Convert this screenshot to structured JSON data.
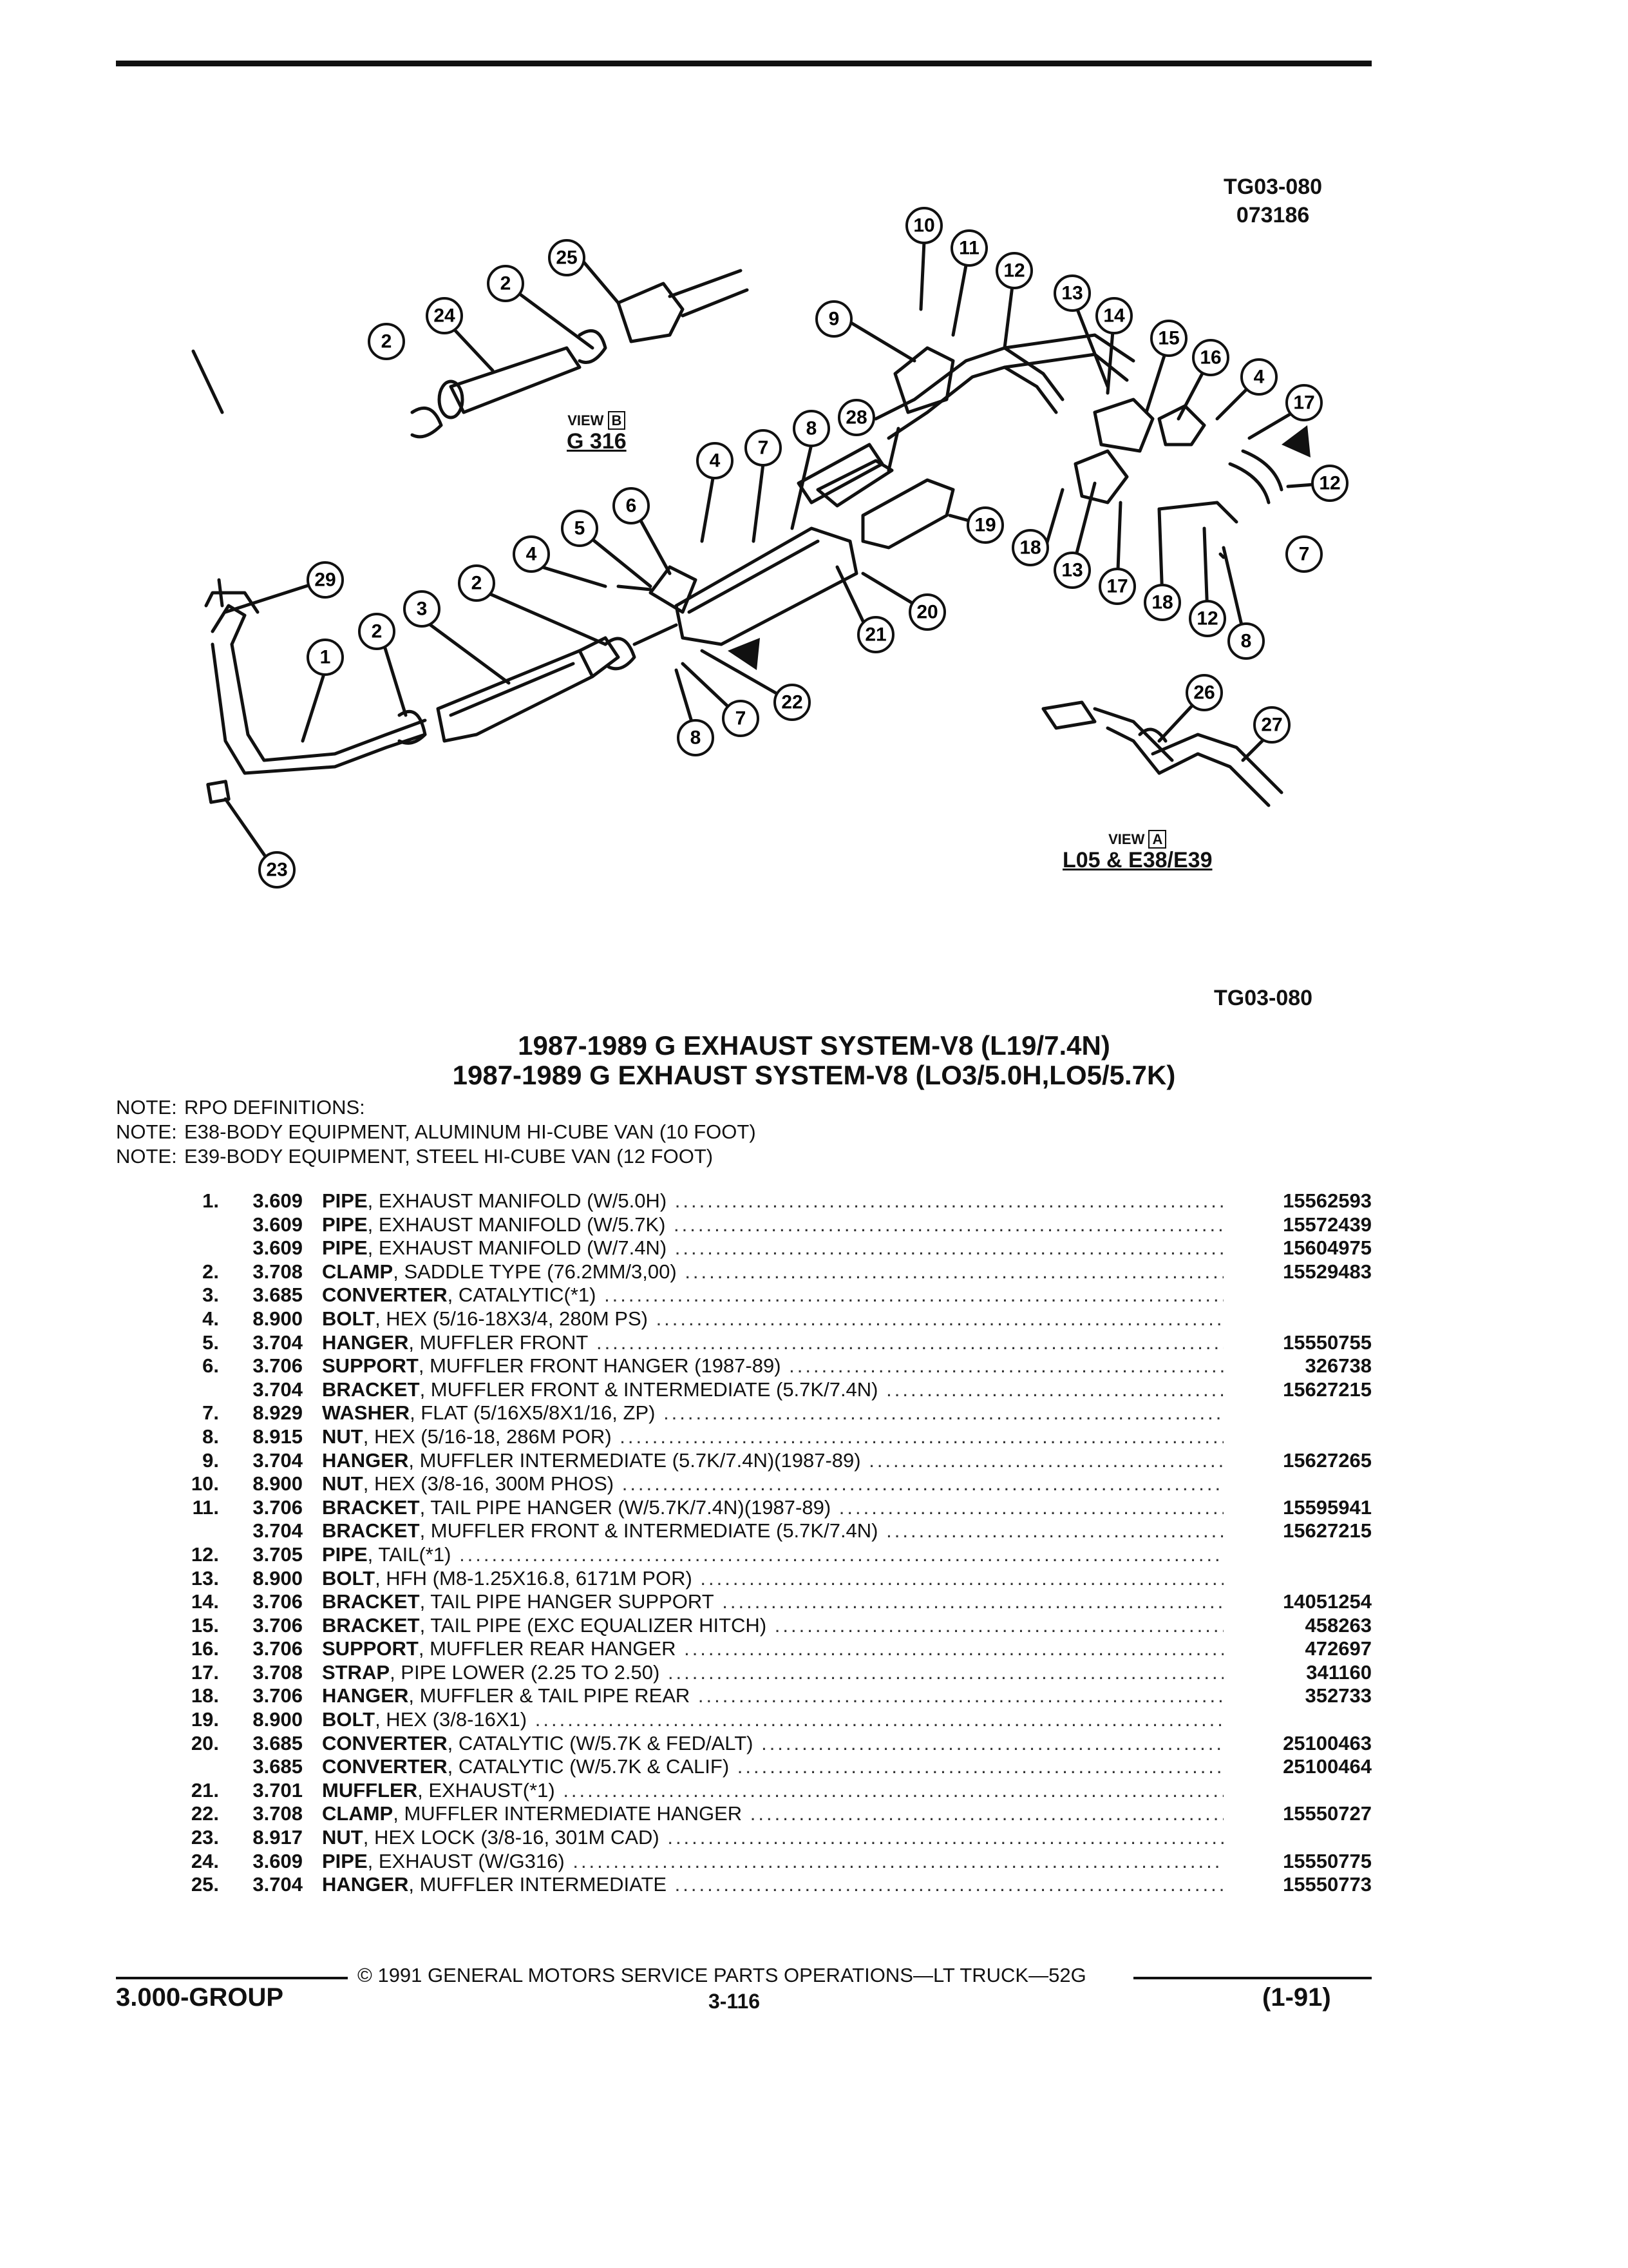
{
  "header": {
    "code_top": "TG03-080",
    "code_sub": "073186",
    "code_mid": "TG03-080"
  },
  "views": {
    "b_word": "VIEW",
    "b_letter": "B",
    "b_sub": "G 316",
    "a_word": "VIEW",
    "a_letter": "A",
    "a_sub": "L05 & E38/E39"
  },
  "callouts": [
    "10",
    "11",
    "12",
    "25",
    "2",
    "24",
    "2",
    "13",
    "14",
    "15",
    "16",
    "4",
    "17",
    "12",
    "9",
    "28",
    "8",
    "7",
    "4",
    "6",
    "5",
    "19",
    "18",
    "13",
    "17",
    "18",
    "12",
    "8",
    "7",
    "29",
    "2",
    "4",
    "3",
    "2",
    "21",
    "20",
    "22",
    "7",
    "8",
    "1",
    "23",
    "26",
    "27"
  ],
  "titles": {
    "line1": "1987-1989 G EXHAUST SYSTEM-V8 (L19/7.4N)",
    "line2": "1987-1989 G EXHAUST SYSTEM-V8 (LO3/5.0H,LO5/5.7K)"
  },
  "notes": [
    {
      "label": "NOTE:",
      "text": "RPO DEFINITIONS:"
    },
    {
      "label": "NOTE:",
      "text": "E38-BODY EQUIPMENT, ALUMINUM HI-CUBE VAN (10 FOOT)"
    },
    {
      "label": "NOTE:",
      "text": "E39-BODY EQUIPMENT, STEEL HI-CUBE VAN (12 FOOT)"
    }
  ],
  "parts": [
    {
      "num": "1.",
      "grp": "3.609",
      "name": "PIPE",
      "desc": ", EXHAUST MANIFOLD (W/5.0H)",
      "pn": "15562593"
    },
    {
      "num": "",
      "grp": "3.609",
      "name": "PIPE",
      "desc": ", EXHAUST MANIFOLD (W/5.7K)",
      "pn": "15572439"
    },
    {
      "num": "",
      "grp": "3.609",
      "name": "PIPE",
      "desc": ", EXHAUST MANIFOLD (W/7.4N)",
      "pn": "15604975"
    },
    {
      "num": "2.",
      "grp": "3.708",
      "name": "CLAMP",
      "desc": ", SADDLE TYPE (76.2MM/3,00)",
      "pn": "15529483"
    },
    {
      "num": "3.",
      "grp": "3.685",
      "name": "CONVERTER",
      "desc": ", CATALYTIC(*1)",
      "pn": ""
    },
    {
      "num": "4.",
      "grp": "8.900",
      "name": "BOLT",
      "desc": ", HEX (5/16-18X3/4, 280M PS)",
      "pn": ""
    },
    {
      "num": "5.",
      "grp": "3.704",
      "name": "HANGER",
      "desc": ", MUFFLER FRONT",
      "pn": "15550755"
    },
    {
      "num": "6.",
      "grp": "3.706",
      "name": "SUPPORT",
      "desc": ", MUFFLER FRONT HANGER (1987-89)",
      "pn": "326738"
    },
    {
      "num": "",
      "grp": "3.704",
      "name": "BRACKET",
      "desc": ", MUFFLER FRONT & INTERMEDIATE (5.7K/7.4N)",
      "pn": "15627215"
    },
    {
      "num": "7.",
      "grp": "8.929",
      "name": "WASHER",
      "desc": ", FLAT (5/16X5/8X1/16, ZP)",
      "pn": ""
    },
    {
      "num": "8.",
      "grp": "8.915",
      "name": "NUT",
      "desc": ", HEX (5/16-18, 286M POR)",
      "pn": ""
    },
    {
      "num": "9.",
      "grp": "3.704",
      "name": "HANGER",
      "desc": ", MUFFLER INTERMEDIATE (5.7K/7.4N)(1987-89)",
      "pn": "15627265"
    },
    {
      "num": "10.",
      "grp": "8.900",
      "name": "NUT",
      "desc": ", HEX (3/8-16, 300M PHOS)",
      "pn": ""
    },
    {
      "num": "11.",
      "grp": "3.706",
      "name": "BRACKET",
      "desc": ", TAIL PIPE HANGER (W/5.7K/7.4N)(1987-89)",
      "pn": "15595941"
    },
    {
      "num": "",
      "grp": "3.704",
      "name": "BRACKET",
      "desc": ", MUFFLER FRONT & INTERMEDIATE (5.7K/7.4N)",
      "pn": "15627215"
    },
    {
      "num": "12.",
      "grp": "3.705",
      "name": "PIPE",
      "desc": ", TAIL(*1)",
      "pn": ""
    },
    {
      "num": "13.",
      "grp": "8.900",
      "name": "BOLT",
      "desc": ", HFH (M8-1.25X16.8, 6171M POR)",
      "pn": ""
    },
    {
      "num": "14.",
      "grp": "3.706",
      "name": "BRACKET",
      "desc": ", TAIL PIPE HANGER SUPPORT",
      "pn": "14051254"
    },
    {
      "num": "15.",
      "grp": "3.706",
      "name": "BRACKET",
      "desc": ", TAIL PIPE (EXC EQUALIZER HITCH)",
      "pn": "458263"
    },
    {
      "num": "16.",
      "grp": "3.706",
      "name": "SUPPORT",
      "desc": ", MUFFLER REAR HANGER",
      "pn": "472697"
    },
    {
      "num": "17.",
      "grp": "3.708",
      "name": "STRAP",
      "desc": ", PIPE LOWER (2.25 TO 2.50)",
      "pn": "341160"
    },
    {
      "num": "18.",
      "grp": "3.706",
      "name": "HANGER",
      "desc": ", MUFFLER & TAIL PIPE REAR",
      "pn": "352733"
    },
    {
      "num": "19.",
      "grp": "8.900",
      "name": "BOLT",
      "desc": ", HEX (3/8-16X1)",
      "pn": ""
    },
    {
      "num": "20.",
      "grp": "3.685",
      "name": "CONVERTER",
      "desc": ", CATALYTIC (W/5.7K & FED/ALT)",
      "pn": "25100463"
    },
    {
      "num": "",
      "grp": "3.685",
      "name": "CONVERTER",
      "desc": ", CATALYTIC (W/5.7K & CALIF)",
      "pn": "25100464"
    },
    {
      "num": "21.",
      "grp": "3.701",
      "name": "MUFFLER",
      "desc": ", EXHAUST(*1)",
      "pn": ""
    },
    {
      "num": "22.",
      "grp": "3.708",
      "name": "CLAMP",
      "desc": ", MUFFLER INTERMEDIATE HANGER",
      "pn": "15550727"
    },
    {
      "num": "23.",
      "grp": "8.917",
      "name": "NUT",
      "desc": ", HEX LOCK (3/8-16, 301M CAD)",
      "pn": ""
    },
    {
      "num": "24.",
      "grp": "3.609",
      "name": "PIPE",
      "desc": ", EXHAUST (W/G316)",
      "pn": "15550775"
    },
    {
      "num": "25.",
      "grp": "3.704",
      "name": "HANGER",
      "desc": ", MUFFLER INTERMEDIATE",
      "pn": "15550773"
    }
  ],
  "footer": {
    "copyright": "© 1991 GENERAL MOTORS SERVICE PARTS OPERATIONS—LT TRUCK—52G",
    "group": "3.000-GROUP",
    "page": "3-116",
    "date": "(1-91)"
  }
}
